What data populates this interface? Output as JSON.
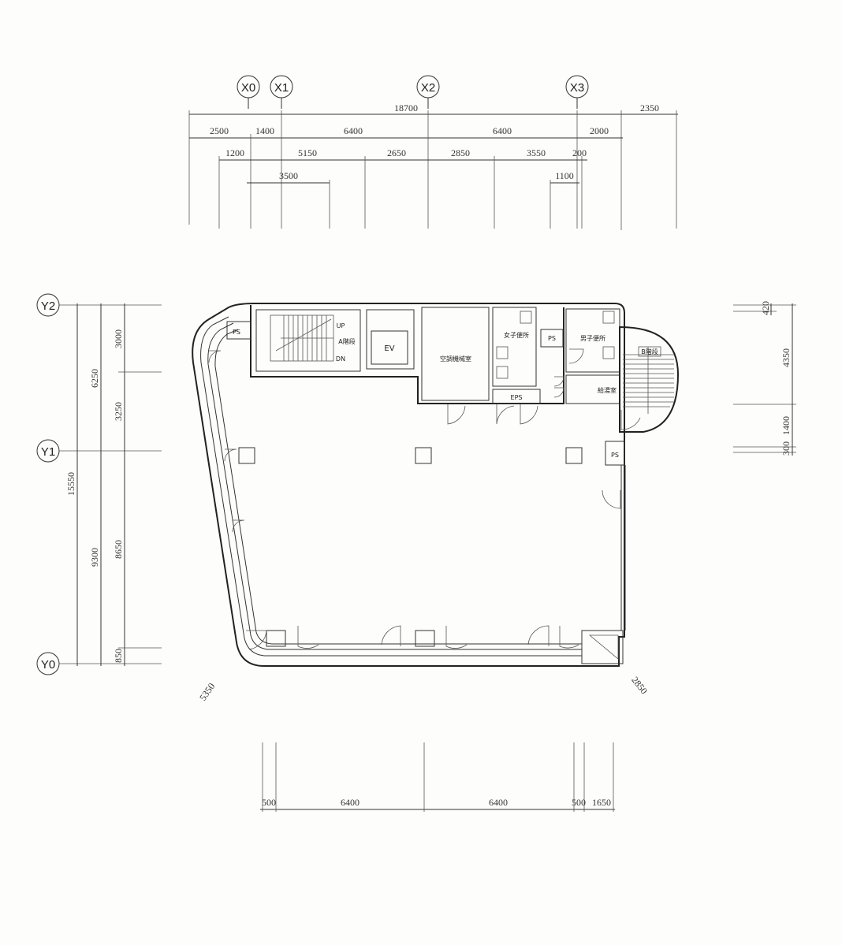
{
  "axes": {
    "x0": "X0",
    "x1": "X1",
    "x2": "X2",
    "x3": "X3",
    "y0": "Y0",
    "y1": "Y1",
    "y2": "Y2"
  },
  "top_dims": {
    "row1": {
      "total": "18700",
      "extra": "2350"
    },
    "row2": [
      "2500",
      "1400",
      "6400",
      "6400",
      "2000"
    ],
    "row3": [
      "1200",
      "5150",
      "2650",
      "2850",
      "3550",
      "200"
    ],
    "row4": [
      "3500",
      "1100"
    ]
  },
  "left_dims": {
    "outer": "15550",
    "mid": [
      "6250",
      "9300"
    ],
    "inner": [
      "3000",
      "3250",
      "8650",
      "850"
    ]
  },
  "right_dims": {
    "values": [
      "420",
      "4350",
      "1400",
      "300"
    ]
  },
  "bottom_dims": {
    "values": [
      "500",
      "6400",
      "6400",
      "500",
      "1650"
    ],
    "diag_left": "5350",
    "diag_right": "2850"
  },
  "rooms": {
    "ps_nw": "PS",
    "stair_a": "A階段",
    "up": "UP",
    "dn": "DN",
    "ev": "EV",
    "ac_room": "空調機械室",
    "women": "女子便所",
    "ps_mid": "PS",
    "men": "男子便所",
    "eps": "EPS",
    "kitchen": "給湯室",
    "stair_b": "B階段",
    "ps_east": "PS"
  }
}
